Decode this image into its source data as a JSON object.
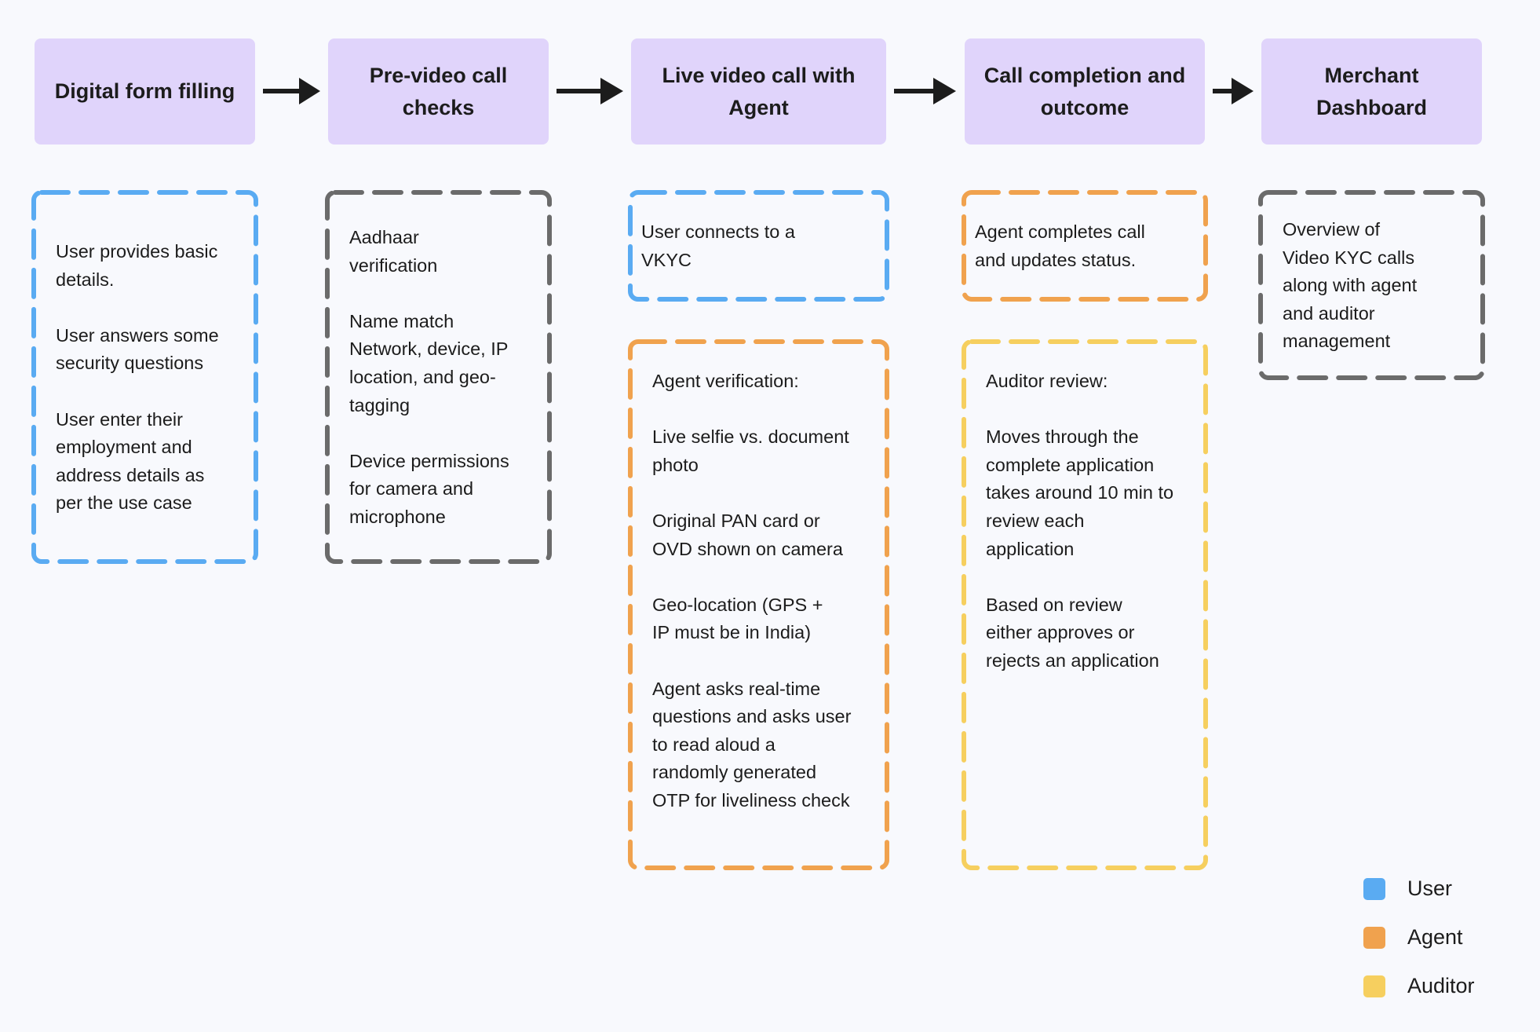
{
  "colors": {
    "user": "#5aabf2",
    "agent": "#f0a24e",
    "auditor": "#f6cf5f",
    "neutral": "#6b6b6b",
    "stage_fill": "#e0d4fb",
    "arrow": "#1c1c1c"
  },
  "stages": [
    {
      "line1": "Digital form filling",
      "line2": ""
    },
    {
      "line1": "Pre-video call",
      "line2": "checks"
    },
    {
      "line1": "Live video call with",
      "line2": "Agent"
    },
    {
      "line1": "Call completion and",
      "line2": "outcome"
    },
    {
      "line1": "Merchant",
      "line2": "Dashboard"
    }
  ],
  "cards": {
    "form_filling": {
      "p1": [
        "User provides basic",
        "details."
      ],
      "p2": [
        "User answers some",
        "security questions"
      ],
      "p3": [
        "User enter their",
        "employment and",
        "address details as",
        "per the use case"
      ]
    },
    "pre_checks": {
      "p1": [
        "Aadhaar",
        "verification"
      ],
      "p2": [
        "Name match",
        "Network, device, IP",
        "location, and geo-",
        "tagging"
      ],
      "p3": [
        "Device permissions",
        "for camera and",
        "microphone"
      ]
    },
    "connect": {
      "p1": [
        "User connects to a",
        "VKYC"
      ]
    },
    "agent_verification": {
      "p1": [
        "Agent verification:"
      ],
      "p2": [
        "Live selfie vs. document",
        "photo"
      ],
      "p3": [
        "Original PAN card or",
        "OVD shown on camera"
      ],
      "p4": [
        "Geo-location (GPS +",
        "IP must be in India)"
      ],
      "p5": [
        "Agent asks real-time",
        "questions and asks user",
        "to read aloud a",
        "randomly generated",
        "OTP for liveliness check"
      ]
    },
    "completion": {
      "p1": [
        "Agent completes call",
        "and updates status."
      ]
    },
    "auditor_review": {
      "p1": [
        "Auditor review:"
      ],
      "p2": [
        "Moves through the",
        "complete application",
        "takes around 10 min to",
        "review each",
        "application"
      ],
      "p3": [
        "Based on review",
        "either approves or",
        "rejects an application"
      ]
    },
    "dashboard": {
      "p1": [
        "Overview of",
        "Video KYC calls",
        "along with agent",
        "and auditor",
        "management"
      ]
    }
  },
  "legend": [
    {
      "label": "User",
      "color_key": "user"
    },
    {
      "label": "Agent",
      "color_key": "agent"
    },
    {
      "label": "Auditor",
      "color_key": "auditor"
    }
  ]
}
